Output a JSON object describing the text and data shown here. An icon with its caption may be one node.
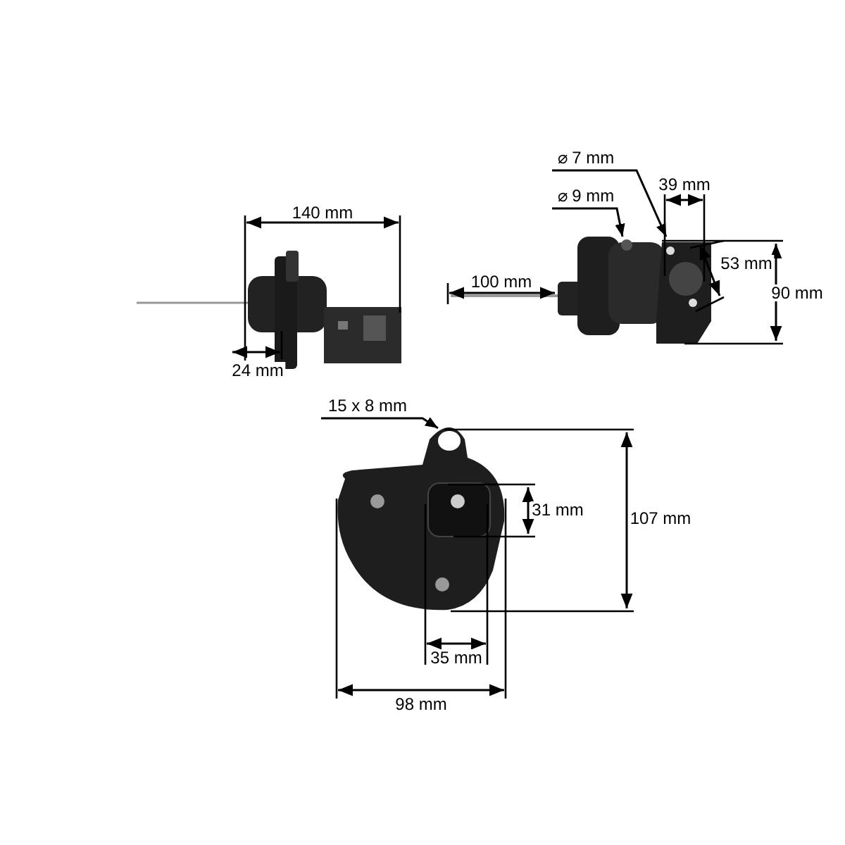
{
  "diagram": {
    "nodes": [
      {
        "text": [
          "⌀ 7 mm"
        ]
      },
      {
        "text": [
          "⌀ 9 mm"
        ]
      },
      {
        "text": [
          "15 x 8 mm"
        ]
      },
      {
        "text": [],
        "shape": "picture"
      },
      {
        "text": [],
        "shape": "picture"
      }
    ],
    "edges": [
      {
        "from": 0,
        "to": 3,
        "arrow": "to"
      },
      {
        "from": 1,
        "to": 3,
        "arrow": "to"
      },
      {
        "from": 2,
        "to": 4,
        "arrow": "to"
      }
    ],
    "labels": [
      "140 mm",
      "39 mm",
      "53 mm",
      "100 mm",
      "90 mm",
      "24 mm",
      "31 mm",
      "107 mm",
      "35 mm",
      "98 mm"
    ]
  }
}
